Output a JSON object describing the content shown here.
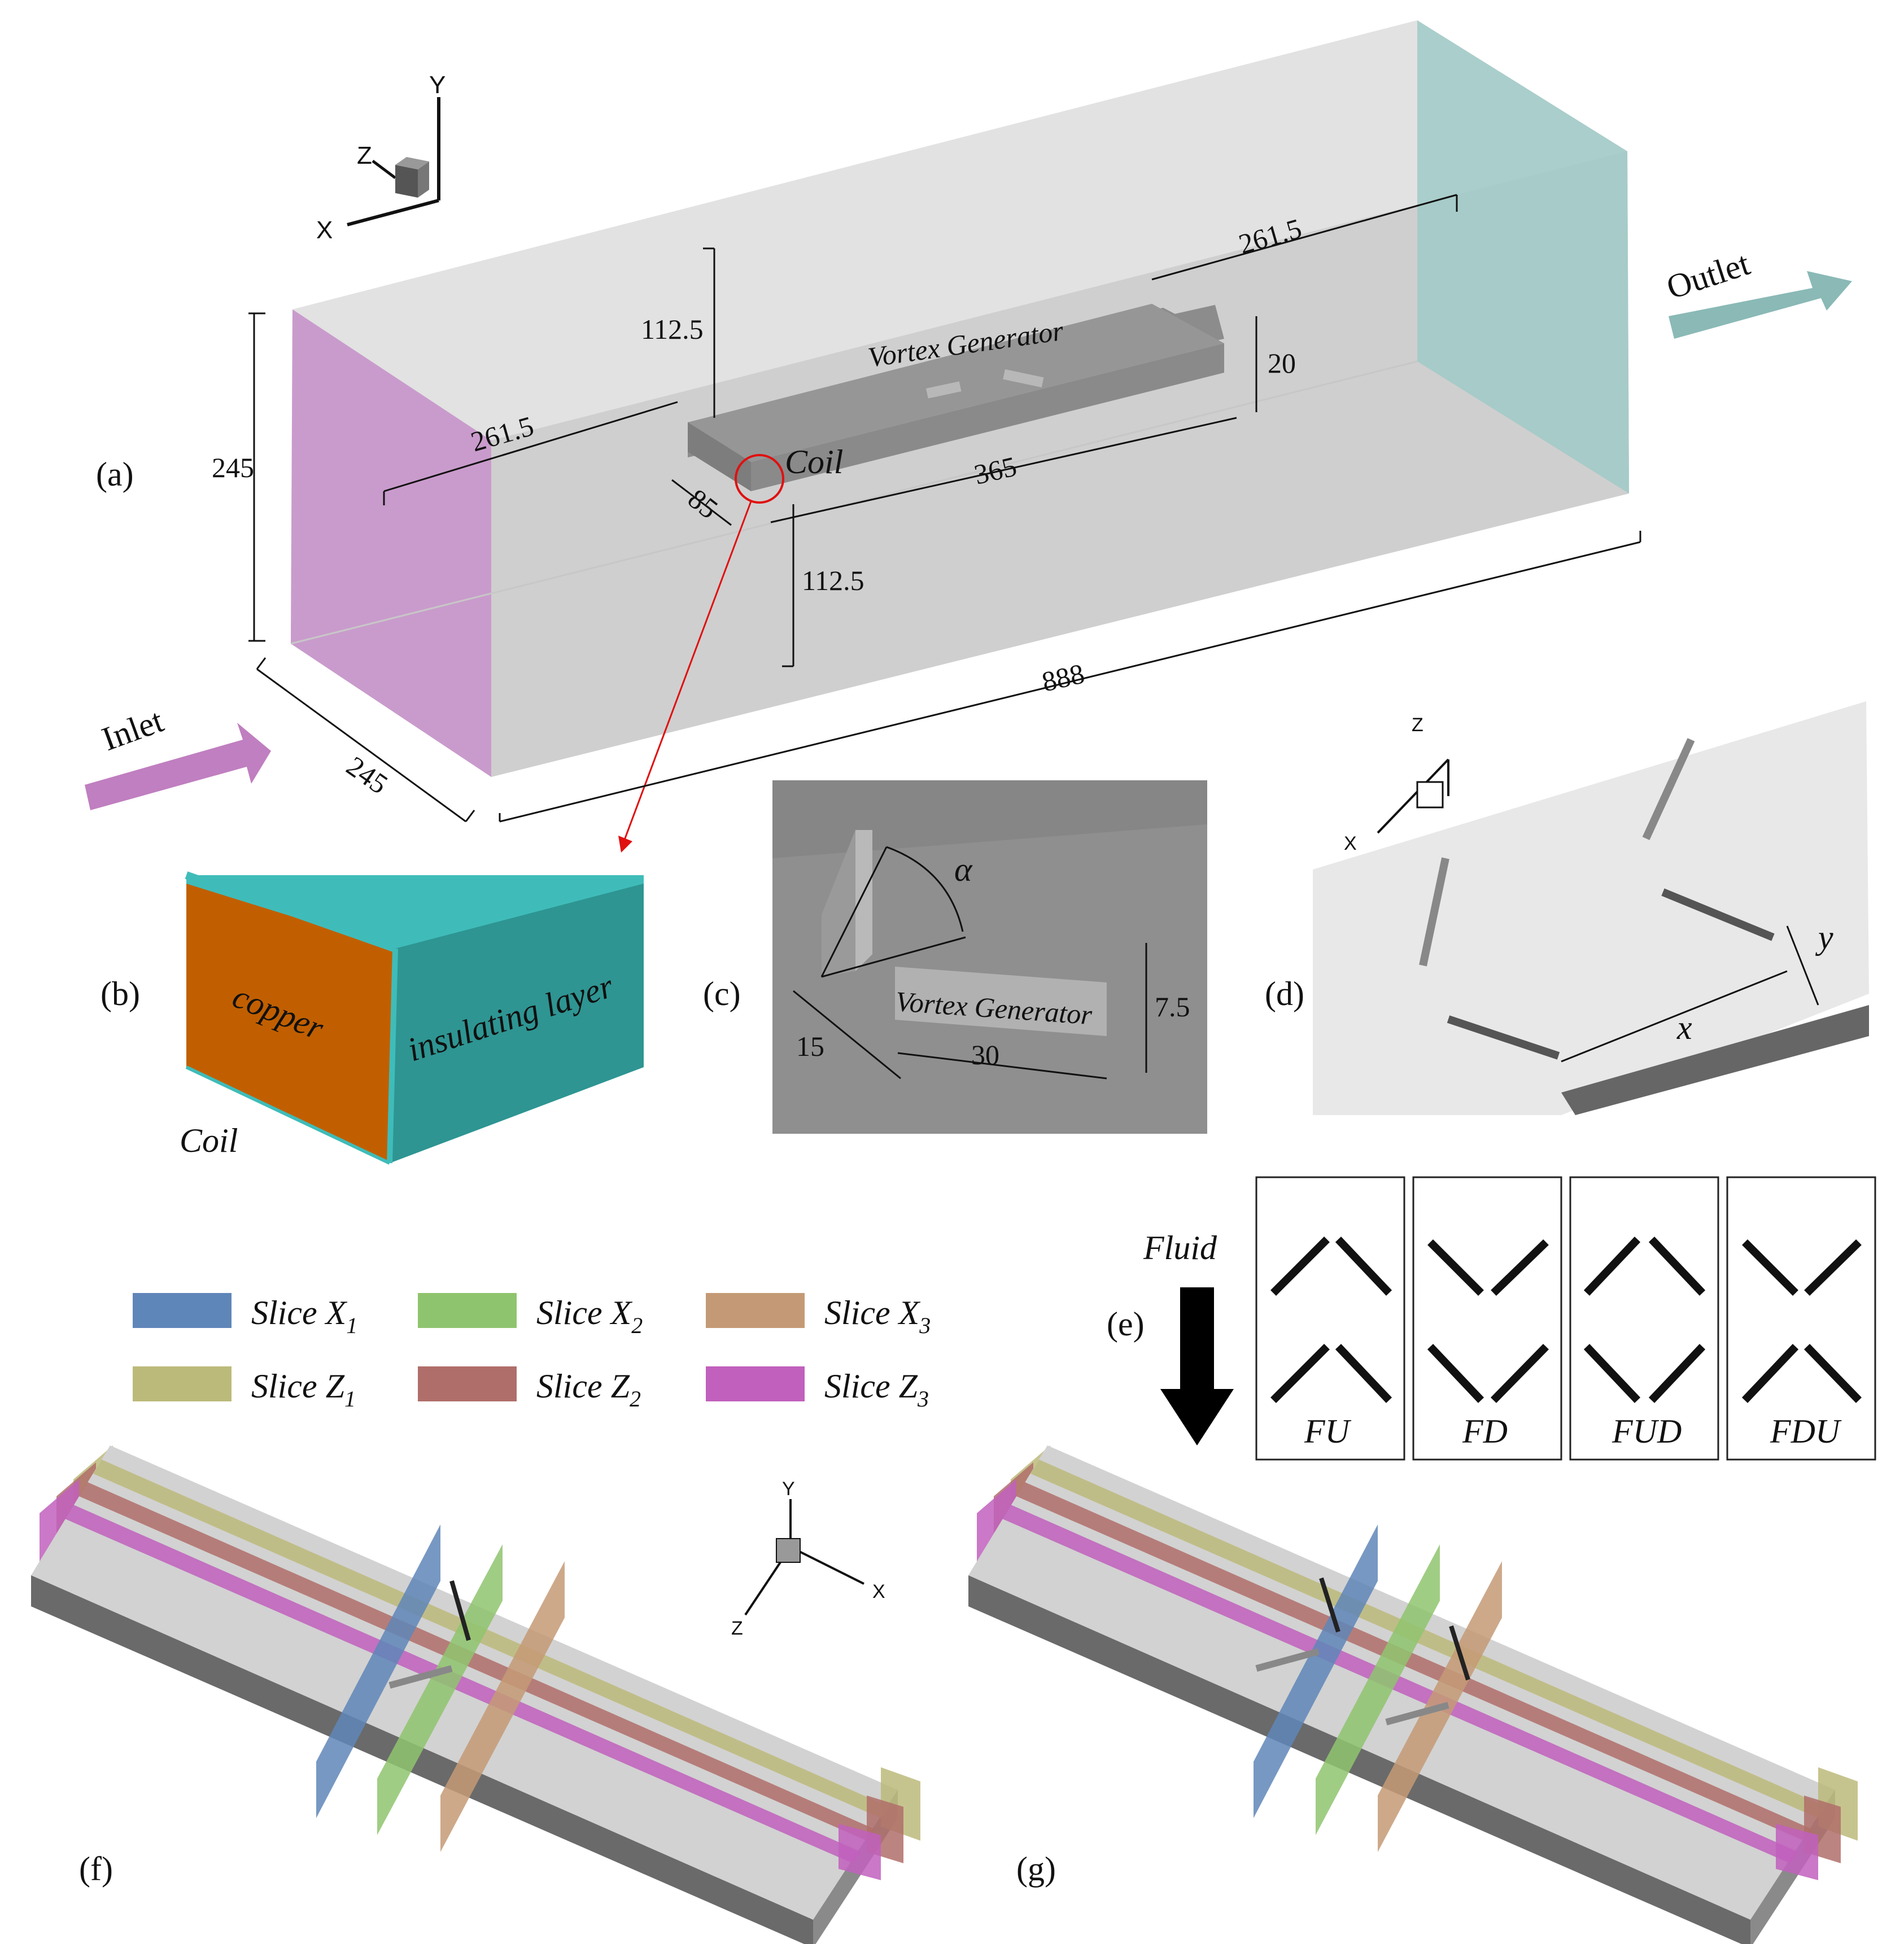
{
  "panels": {
    "a": "(a)",
    "b": "(b)",
    "c": "(c)",
    "d": "(d)",
    "e": "(e)",
    "f": "(f)",
    "g": "(g)"
  },
  "panel_a": {
    "inlet": "Inlet",
    "outlet": "Outlet",
    "coil": "Coil",
    "vortex_generator": "Vortex Generator",
    "dims": {
      "height": "245",
      "width": "245",
      "length": "888",
      "top_gap": "112.5",
      "bottom_gap": "112.5",
      "front_gap": "261.5",
      "rear_gap": "261.5",
      "coil_length": "365",
      "coil_width": "85",
      "coil_height": "20"
    },
    "axes": {
      "x": "X",
      "y": "Y",
      "z": "Z"
    }
  },
  "panel_b": {
    "copper": "copper",
    "insulating_layer": "insulating layer",
    "title": "Coil"
  },
  "panel_c": {
    "alpha": "α",
    "vortex_generator": "Vortex Generator",
    "dims": {
      "thickness": "7.5",
      "length": "30",
      "offset": "15"
    }
  },
  "panel_d": {
    "x_dim": "x",
    "y_dim": "y",
    "axes": {
      "x": "X",
      "z": "Z"
    }
  },
  "panel_e": {
    "fluid": "Fluid",
    "configs": [
      "FU",
      "FD",
      "FUD",
      "FDU"
    ]
  },
  "legend": [
    {
      "label": "Slice X",
      "sub": "1",
      "color": "#5f86b9"
    },
    {
      "label": "Slice X",
      "sub": "2",
      "color": "#8fc46e"
    },
    {
      "label": "Slice X",
      "sub": "3",
      "color": "#c49a76"
    },
    {
      "label": "Slice Z",
      "sub": "1",
      "color": "#bcba7a"
    },
    {
      "label": "Slice Z",
      "sub": "2",
      "color": "#b06e6a"
    },
    {
      "label": "Slice Z",
      "sub": "3",
      "color": "#c160bd"
    }
  ],
  "panel_f": {
    "axes": {
      "x": "X",
      "y": "Y",
      "z": "Z"
    }
  },
  "colors": {
    "inlet_face": "#c58fc9",
    "outlet_face": "#9cc9c5",
    "copper": "#c15f00",
    "insulation": "#33a3a0",
    "duct": "#d4d4d4",
    "coil_body": "#9a9a9a"
  }
}
